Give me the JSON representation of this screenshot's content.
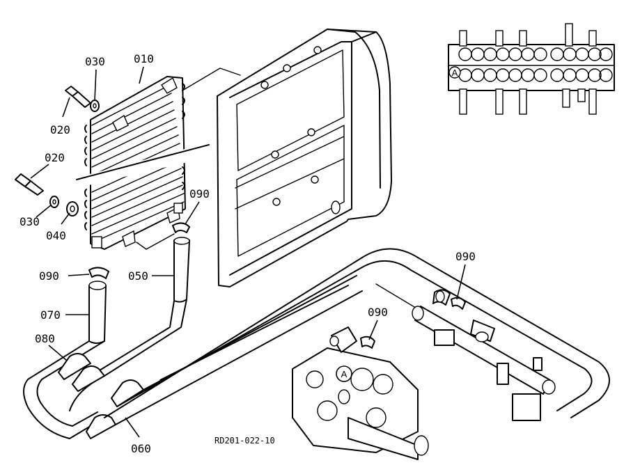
{
  "diagram": {
    "drawing_code": "RD201-022-10",
    "detail_marker": "A",
    "parts": [
      {
        "id": "part-010",
        "label": "010"
      },
      {
        "id": "part-020-top",
        "label": "020"
      },
      {
        "id": "part-020-left",
        "label": "020"
      },
      {
        "id": "part-030-top",
        "label": "030"
      },
      {
        "id": "part-030-left",
        "label": "030"
      },
      {
        "id": "part-040",
        "label": "040"
      },
      {
        "id": "part-050",
        "label": "050"
      },
      {
        "id": "part-060",
        "label": "060"
      },
      {
        "id": "part-070",
        "label": "070"
      },
      {
        "id": "part-080",
        "label": "080"
      },
      {
        "id": "part-090-cooler",
        "label": "090"
      },
      {
        "id": "part-090-left",
        "label": "090"
      },
      {
        "id": "part-090-right",
        "label": "090"
      },
      {
        "id": "part-090-valve",
        "label": "090"
      }
    ]
  }
}
